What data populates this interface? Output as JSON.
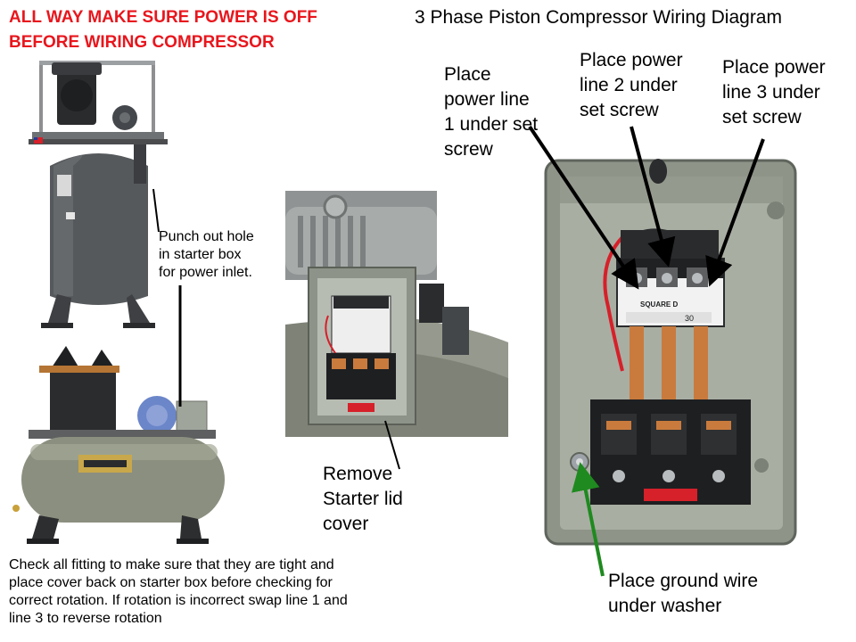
{
  "warning": {
    "line1": "ALL WAY MAKE SURE POWER IS OFF",
    "line2": "BEFORE WIRING COMPRESSOR"
  },
  "title": "3 Phase Piston Compressor Wiring Diagram",
  "labels": {
    "line1": [
      "Place",
      "power line",
      "1 under set",
      "screw"
    ],
    "line2": [
      "Place power",
      "line 2 under",
      "set screw"
    ],
    "line3": [
      "Place power",
      "line 3 under",
      "set screw"
    ],
    "punch": [
      "Punch out hole",
      "in starter box",
      "for power inlet."
    ],
    "remove": [
      "Remove",
      "Starter lid",
      "cover"
    ],
    "ground": [
      "Place ground wire",
      "under washer"
    ]
  },
  "note": [
    "Check all fitting to make sure that they are tight and",
    "place cover back on starter box before checking for",
    "correct rotation. If rotation is incorrect swap line 1 and",
    "line 3 to reverse rotation"
  ],
  "starter_brand": "SQUARE D",
  "overload_rating": "30",
  "colors": {
    "warning": "#e8161d",
    "arrow": "#000000",
    "ground_arrow": "#1f8a1f",
    "enclosure": "#8e9488",
    "tank": "#56595c",
    "horizontal_tank": "#8b8f7f",
    "red_wire": "#d6202a",
    "terminal_copper": "#c97b3d"
  }
}
